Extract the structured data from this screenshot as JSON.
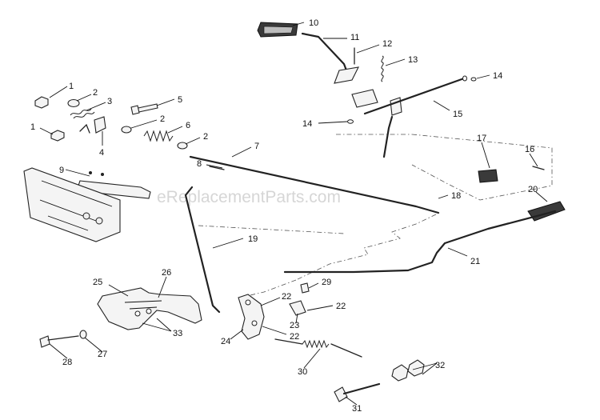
{
  "watermark": "eReplacementParts.com",
  "callouts": {
    "c1a": "1",
    "c2a": "2",
    "c3": "3",
    "c5": "5",
    "c1b": "1",
    "c2b": "2",
    "c4": "4",
    "c6": "6",
    "c2c": "2",
    "c9": "9",
    "c10": "10",
    "c11": "11",
    "c12": "12",
    "c13": "13",
    "c14a": "14",
    "c14b": "14",
    "c15": "15",
    "c7": "7",
    "c8": "8",
    "c17": "17",
    "c16": "16",
    "c18": "18",
    "c20": "20",
    "c19": "19",
    "c21": "21",
    "c26": "26",
    "c25": "25",
    "c29": "29",
    "c22a": "22",
    "c22b": "22",
    "c23": "23",
    "c22c": "22",
    "c33": "33",
    "c24": "24",
    "c27": "27",
    "c28": "28",
    "c30": "30",
    "c32": "32",
    "c31": "31"
  }
}
